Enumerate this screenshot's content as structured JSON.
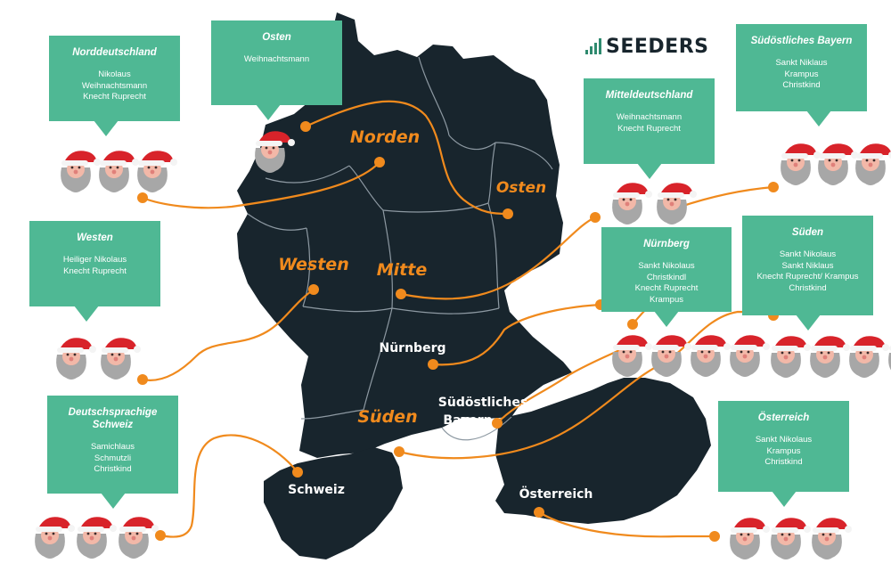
{
  "colors": {
    "land": "#18252d",
    "callout": "#4fb894",
    "accent": "#f08a1d",
    "border_line": "#8d99a2",
    "beard": "#a7a7a7",
    "hat": "#d8232a"
  },
  "logo": {
    "text": "SEEDERS",
    "icon": "bar-chart-icon"
  },
  "map_labels": [
    {
      "key": "norden",
      "text": "Norden"
    },
    {
      "key": "osten",
      "text": "Osten"
    },
    {
      "key": "westen",
      "text": "Westen"
    },
    {
      "key": "mitte",
      "text": "Mitte"
    },
    {
      "key": "nuernberg",
      "text": "Nürnberg"
    },
    {
      "key": "suedost_1",
      "text": "Südöstliches"
    },
    {
      "key": "suedost_2",
      "text": "Bayern"
    },
    {
      "key": "sueden",
      "text": "Süden"
    },
    {
      "key": "schweiz",
      "text": "Schweiz"
    },
    {
      "key": "oesterreich",
      "text": "Österreich"
    }
  ],
  "callouts": [
    {
      "key": "norddeutschland",
      "title": "Norddeutschland",
      "lines": [
        "Nikolaus",
        "Weihnachtsmann",
        "Knecht Ruprecht"
      ],
      "santa_count": 3
    },
    {
      "key": "osten",
      "title": "Osten",
      "lines": [
        "Weihnachtsmann"
      ],
      "santa_count": 1
    },
    {
      "key": "mitteldeutschland",
      "title": "Mitteldeutschland",
      "lines": [
        "Weihnachtsmann",
        "Knecht Ruprecht"
      ],
      "santa_count": 2
    },
    {
      "key": "suedoestliches_bayern",
      "title": "Südöstliches Bayern",
      "lines": [
        "Sankt Niklaus",
        "Krampus",
        "Christkind"
      ],
      "santa_count": 3
    },
    {
      "key": "westen",
      "title": "Westen",
      "lines": [
        "Heiliger Nikolaus",
        "Knecht Ruprecht"
      ],
      "santa_count": 2
    },
    {
      "key": "nuernberg",
      "title": "Nürnberg",
      "lines": [
        "Sankt Nikolaus",
        "Christkindl",
        "Knecht Ruprecht",
        "Krampus"
      ],
      "santa_count": 4
    },
    {
      "key": "sueden",
      "title": "Süden",
      "lines": [
        "Sankt Nikolaus",
        "Sankt Niklaus",
        "Knecht Ruprecht/ Krampus",
        "Christkind"
      ],
      "santa_count": 4
    },
    {
      "key": "schweiz",
      "title": "Deutschsprachige Schweiz",
      "lines": [
        "Samichlaus",
        "Schmutzli",
        "Christkind"
      ],
      "santa_count": 3
    },
    {
      "key": "oesterreich",
      "title": "Österreich",
      "lines": [
        "Sankt Nikolaus",
        "Krampus",
        "Christkind"
      ],
      "santa_count": 3
    }
  ]
}
